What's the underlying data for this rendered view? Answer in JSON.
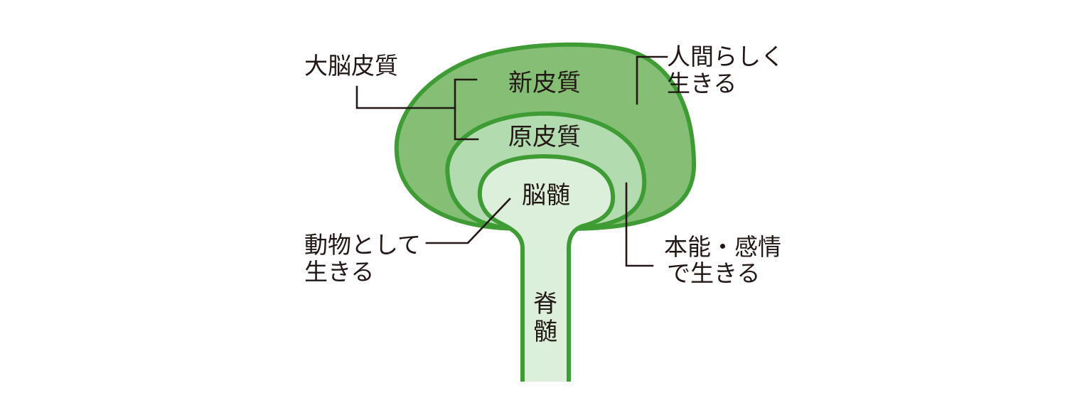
{
  "colors": {
    "neocortex_fill": "#85bf76",
    "paleocortex_fill": "#b2dbb0",
    "brain_stem_fill": "#dcefdb",
    "outline": "#3f9c35",
    "spinal_cord_fill": "#dcdcdc",
    "line_and_text": "#231815"
  },
  "layers": {
    "neocortex": "新皮質",
    "paleocortex": "原皮質",
    "brain_stem": "脳髄",
    "spinal_cord": [
      "脊",
      "髄"
    ]
  },
  "callouts": {
    "cerebral_cortex": "大脳皮質",
    "human_living": [
      "人間らしく",
      "生きる"
    ],
    "instinct_emotion": [
      "本能・感情",
      "で生きる"
    ],
    "animal_living": [
      "動物として",
      "生きる"
    ]
  }
}
